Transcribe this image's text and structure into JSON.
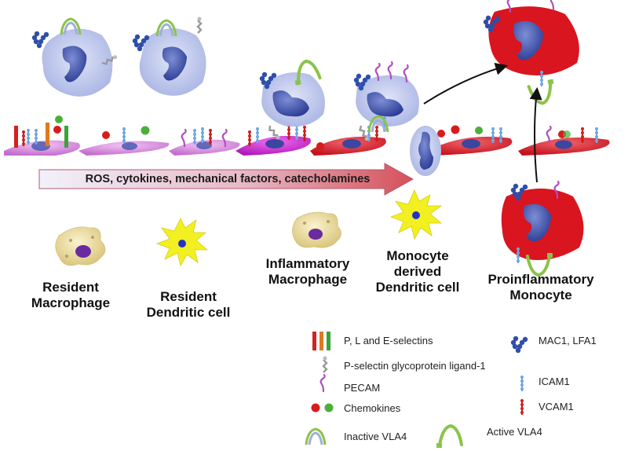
{
  "process_arrow": "ROS, cytokines, mechanical factors, catecholamines",
  "cell_labels": [
    {
      "id": "resident-macrophage",
      "lines": [
        "Resident",
        "Macrophage"
      ]
    },
    {
      "id": "resident-dendritic",
      "lines": [
        "Resident",
        "Dendritic cell"
      ]
    },
    {
      "id": "inflammatory-macrophage",
      "lines": [
        "Inflammatory",
        "Macrophage"
      ]
    },
    {
      "id": "monocyte-dendritic",
      "lines": [
        "Monocyte",
        "derived",
        "Dendritic cell"
      ]
    },
    {
      "id": "proinflammatory-monocyte",
      "lines": [
        "Proinflammatory",
        "Monocyte"
      ]
    }
  ],
  "legend": {
    "selectins": "P, L and E-selectins",
    "psgl1": "P-selectin glycoprotein ligand-1",
    "pecam": "PECAM",
    "chemokines": "Chemokines",
    "inactive_vla4": "Inactive VLA4",
    "active_vla4": "Active VLA4",
    "mac1_lfa1": "MAC1, LFA1",
    "icam1": "ICAM1",
    "vcam1": "VCAM1"
  },
  "colors": {
    "endothelium_healthy": "#d98ee0",
    "endothelium_activated": "#d61f2a",
    "monocyte_body": "#b9c3ea",
    "nucleus": "#3c4fa8",
    "proinflammatory_body": "#d9151f",
    "dendritic": "#f2f020",
    "macrophage": "#efe1a4",
    "selectin_red": "#d42020",
    "selectin_orange": "#e07a20",
    "selectin_green": "#3aa33a",
    "chemokine_red": "#d81c1c",
    "chemokine_green": "#4caf3a",
    "pecam": "#b04fc0",
    "mac1": "#2e4ea8",
    "icam1": "#6ea8e0",
    "vcam1": "#d02020",
    "vla4_active": "#8bc34a",
    "arrow_gradient_start": "#eef0fb",
    "arrow_gradient_end": "#d8555a"
  }
}
